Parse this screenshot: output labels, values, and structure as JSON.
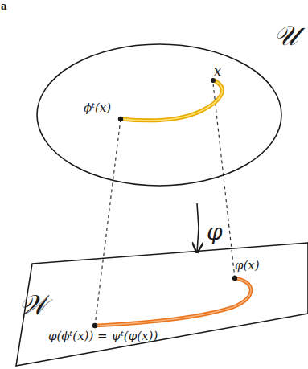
{
  "diagram": {
    "nodes": [
      {
        "text": [
          "𝒰"
        ]
      },
      {
        "text": [
          "𝒲"
        ]
      }
    ],
    "edges": [
      {
        "from": 0,
        "to": 1,
        "arrow": "to",
        "label": "φ"
      }
    ],
    "labels": [
      "a",
      "x",
      "ϕᵗ(x)",
      "φ(x)",
      "φ(ϕᵗ(x)) = ψᵗ(φ(x))"
    ]
  }
}
